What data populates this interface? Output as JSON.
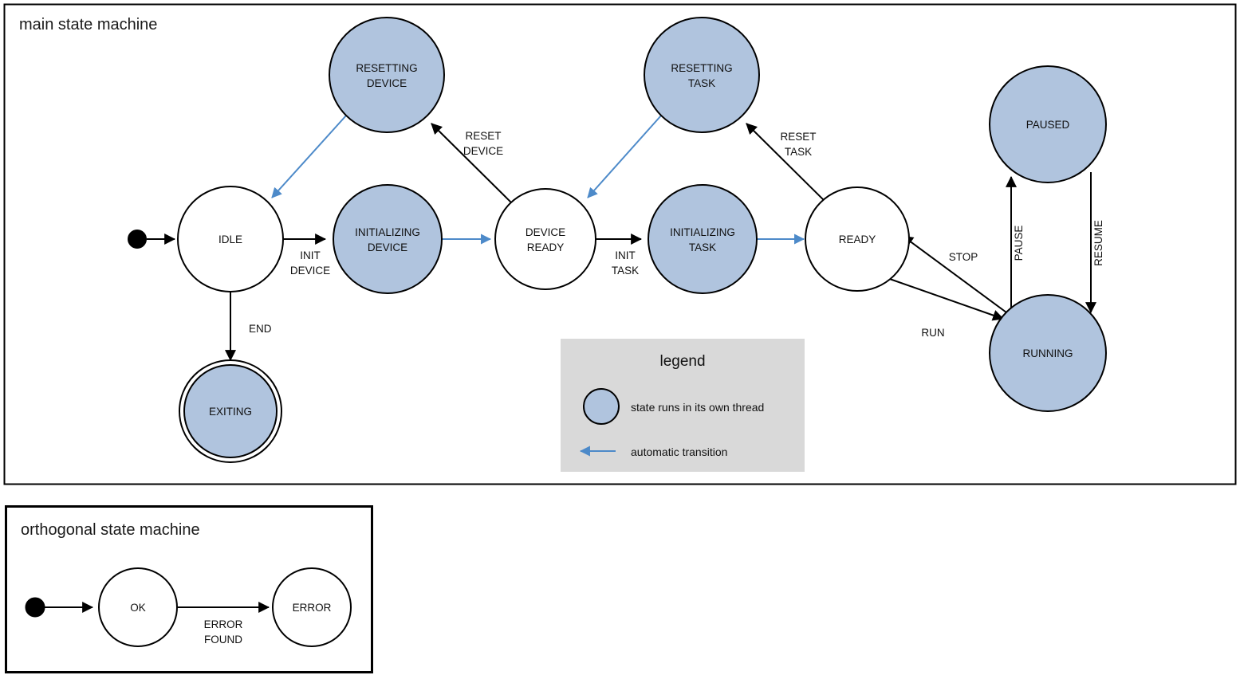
{
  "colors": {
    "thread_state_fill": "#b0c4de",
    "plain_state_fill": "#ffffff",
    "stroke": "#000000",
    "auto_transition": "#4d8ac9",
    "legend_background": "#d9d9d9",
    "frame_stroke": "#000000",
    "page_background": "#ffffff"
  },
  "frames": [
    {
      "id": "main",
      "title": "main state machine"
    },
    {
      "id": "orthogonal",
      "title": "orthogonal state machine"
    }
  ],
  "main": {
    "title": "main state machine",
    "states": [
      {
        "id": "idle",
        "label": "IDLE",
        "threaded": false,
        "final": false
      },
      {
        "id": "initializing-device",
        "label": "INITIALIZING\nDEVICE",
        "threaded": true,
        "final": false
      },
      {
        "id": "resetting-device",
        "label": "RESETTING\nDEVICE",
        "threaded": true,
        "final": false
      },
      {
        "id": "device-ready",
        "label": "DEVICE\nREADY",
        "threaded": false,
        "final": false
      },
      {
        "id": "initializing-task",
        "label": "INITIALIZING\nTASK",
        "threaded": true,
        "final": false
      },
      {
        "id": "resetting-task",
        "label": "RESETTING\nTASK",
        "threaded": true,
        "final": false
      },
      {
        "id": "ready",
        "label": "READY",
        "threaded": false,
        "final": false
      },
      {
        "id": "running",
        "label": "RUNNING",
        "threaded": true,
        "final": false
      },
      {
        "id": "paused",
        "label": "PAUSED",
        "threaded": true,
        "final": false
      },
      {
        "id": "exiting",
        "label": "EXITING",
        "threaded": true,
        "final": true
      }
    ],
    "state_labels": {
      "idle": "IDLE",
      "initializing_device_line1": "INITIALIZING",
      "initializing_device_line2": "DEVICE",
      "resetting_device_line1": "RESETTING",
      "resetting_device_line2": "DEVICE",
      "device_ready_line1": "DEVICE",
      "device_ready_line2": "READY",
      "initializing_task_line1": "INITIALIZING",
      "initializing_task_line2": "TASK",
      "resetting_task_line1": "RESETTING",
      "resetting_task_line2": "TASK",
      "ready": "READY",
      "running": "RUNNING",
      "paused": "PAUSED",
      "exiting": "EXITING"
    },
    "transitions": [
      {
        "id": "start-idle",
        "from": "start",
        "to": "idle",
        "label": "",
        "auto": false
      },
      {
        "id": "init-device",
        "from": "idle",
        "to": "initializing-device",
        "label": "INIT\nDEVICE",
        "auto": false
      },
      {
        "id": "auto-dev-ready",
        "from": "initializing-device",
        "to": "device-ready",
        "label": "",
        "auto": true
      },
      {
        "id": "reset-device",
        "from": "device-ready",
        "to": "resetting-device",
        "label": "RESET\nDEVICE",
        "auto": false
      },
      {
        "id": "auto-resetdev-idle",
        "from": "resetting-device",
        "to": "idle",
        "label": "",
        "auto": true
      },
      {
        "id": "end",
        "from": "idle",
        "to": "exiting",
        "label": "END",
        "auto": false
      },
      {
        "id": "init-task",
        "from": "device-ready",
        "to": "initializing-task",
        "label": "INIT\nTASK",
        "auto": false
      },
      {
        "id": "auto-ready",
        "from": "initializing-task",
        "to": "ready",
        "label": "",
        "auto": true
      },
      {
        "id": "reset-task",
        "from": "ready",
        "to": "resetting-task",
        "label": "RESET\nTASK",
        "auto": false
      },
      {
        "id": "auto-resettask-dr",
        "from": "resetting-task",
        "to": "device-ready",
        "label": "",
        "auto": true
      },
      {
        "id": "run",
        "from": "ready",
        "to": "running",
        "label": "RUN",
        "auto": false
      },
      {
        "id": "stop",
        "from": "running",
        "to": "ready",
        "label": "STOP",
        "auto": false
      },
      {
        "id": "pause",
        "from": "running",
        "to": "paused",
        "label": "PAUSE",
        "auto": false
      },
      {
        "id": "resume",
        "from": "paused",
        "to": "running",
        "label": "RESUME",
        "auto": false
      }
    ],
    "transition_labels": {
      "init_device_line1": "INIT",
      "init_device_line2": "DEVICE",
      "reset_device_line1": "RESET",
      "reset_device_line2": "DEVICE",
      "end": "END",
      "init_task_line1": "INIT",
      "init_task_line2": "TASK",
      "reset_task_line1": "RESET",
      "reset_task_line2": "TASK",
      "run": "RUN",
      "stop": "STOP",
      "pause": "PAUSE",
      "resume": "RESUME"
    }
  },
  "legend": {
    "title": "legend",
    "items": [
      {
        "id": "threaded-state",
        "glyph": "filled-circle",
        "text": "state runs in its own thread"
      },
      {
        "id": "automatic-transition",
        "glyph": "left-arrow",
        "text": "automatic transition"
      }
    ],
    "item_texts": {
      "threaded_state": "state runs in its own thread",
      "automatic_transition": "automatic transition"
    }
  },
  "orthogonal": {
    "title": "orthogonal state machine",
    "states": [
      {
        "id": "ok",
        "label": "OK"
      },
      {
        "id": "error",
        "label": "ERROR"
      }
    ],
    "state_labels": {
      "ok": "OK",
      "error": "ERROR"
    },
    "transitions": [
      {
        "id": "start-ok",
        "from": "start",
        "to": "ok",
        "label": ""
      },
      {
        "id": "error-found",
        "from": "ok",
        "to": "error",
        "label": "ERROR\nFOUND"
      }
    ],
    "transition_labels": {
      "error_found_line1": "ERROR",
      "error_found_line2": "FOUND"
    }
  }
}
